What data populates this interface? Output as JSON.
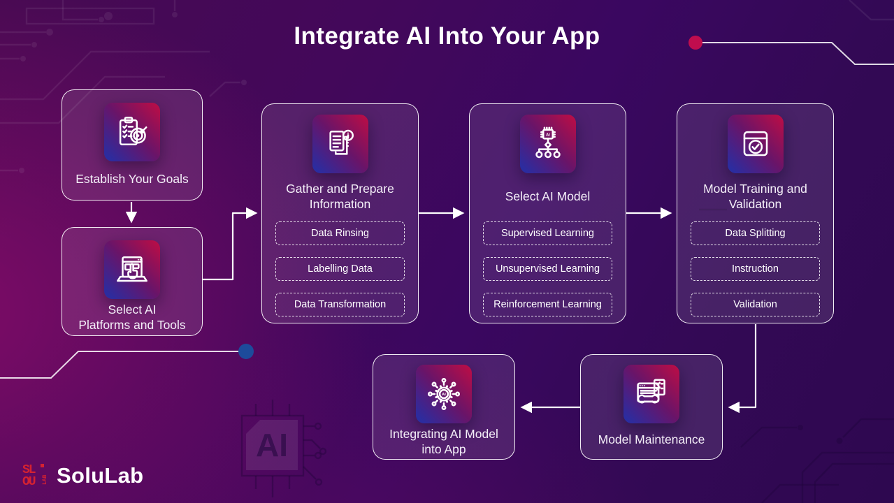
{
  "title": "Integrate AI Into Your App",
  "brand": {
    "name": "SoluLab",
    "mark_row1": "SL",
    "mark_row2": "OU",
    "mark_vertical": "LAB"
  },
  "ai_label": "AI",
  "steps": [
    {
      "id": "goals",
      "label": "Establish Your Goals",
      "label_lines": [
        "Establish Your Goals"
      ],
      "icon": "clipboard-target-icon",
      "items": []
    },
    {
      "id": "platforms",
      "label": "Select AI Platforms and Tools",
      "label_lines": [
        "Select AI",
        "Platforms and Tools"
      ],
      "icon": "laptop-select-icon",
      "items": []
    },
    {
      "id": "gather",
      "label": "Gather and Prepare Information",
      "label_lines": [
        "Gather and Prepare",
        "Information"
      ],
      "icon": "document-info-icon",
      "items": [
        "Data Rinsing",
        "Labelling Data",
        "Data Transformation"
      ]
    },
    {
      "id": "model",
      "label": "Select AI Model",
      "label_lines": [
        "Select AI Model"
      ],
      "icon": "ai-chip-tree-icon",
      "items": [
        "Supervised Learning",
        "Unsupervised Learning",
        "Reinforcement Learning"
      ]
    },
    {
      "id": "training",
      "label": "Model Training and Validation",
      "label_lines": [
        "Model Training and",
        "Validation"
      ],
      "icon": "window-check-icon",
      "items": [
        "Data Splitting",
        "Instruction",
        "Validation"
      ]
    },
    {
      "id": "integrate",
      "label": "Integrating AI Model into App",
      "label_lines": [
        "Integrating AI Model",
        "into App"
      ],
      "icon": "ai-network-gear-icon",
      "items": []
    },
    {
      "id": "maintenance",
      "label": "Model Maintenance",
      "label_lines": [
        "Model Maintenance"
      ],
      "icon": "window-wrench-icon",
      "items": []
    }
  ],
  "watermark": "AI",
  "colors": {
    "accent_dot_red": "#C00D4E",
    "accent_dot_blue": "#1D4B9B",
    "tile_gradient": [
      "#2230A8",
      "#6A1468",
      "#BF0D44"
    ],
    "background_hues": [
      "#470A52",
      "#3C0560",
      "#2E0850"
    ],
    "card_border": "#FFFFFF",
    "logo_red": "#D42231"
  }
}
